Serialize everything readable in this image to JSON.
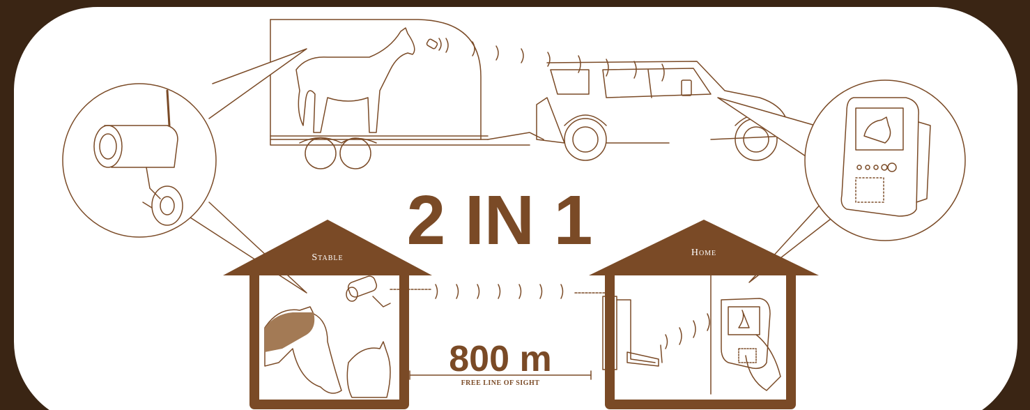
{
  "headline": "2 IN 1",
  "headline_parts": [
    "2",
    "IN",
    "1"
  ],
  "stable": {
    "label": "Stable"
  },
  "home": {
    "label": "Home"
  },
  "distance": {
    "value": "800 m",
    "caption": "FREE LINE OF SIGHT"
  },
  "colors": {
    "background": "#3a2514",
    "panel": "#ffffff",
    "accent": "#7a4a26",
    "line": "#7a4a26"
  },
  "icons": [
    "camera-icon",
    "monitor-icon",
    "horse-trailer-icon",
    "car-icon",
    "stable-house-icon",
    "home-house-icon",
    "wireless-signal-icon",
    "receiver-icon"
  ]
}
